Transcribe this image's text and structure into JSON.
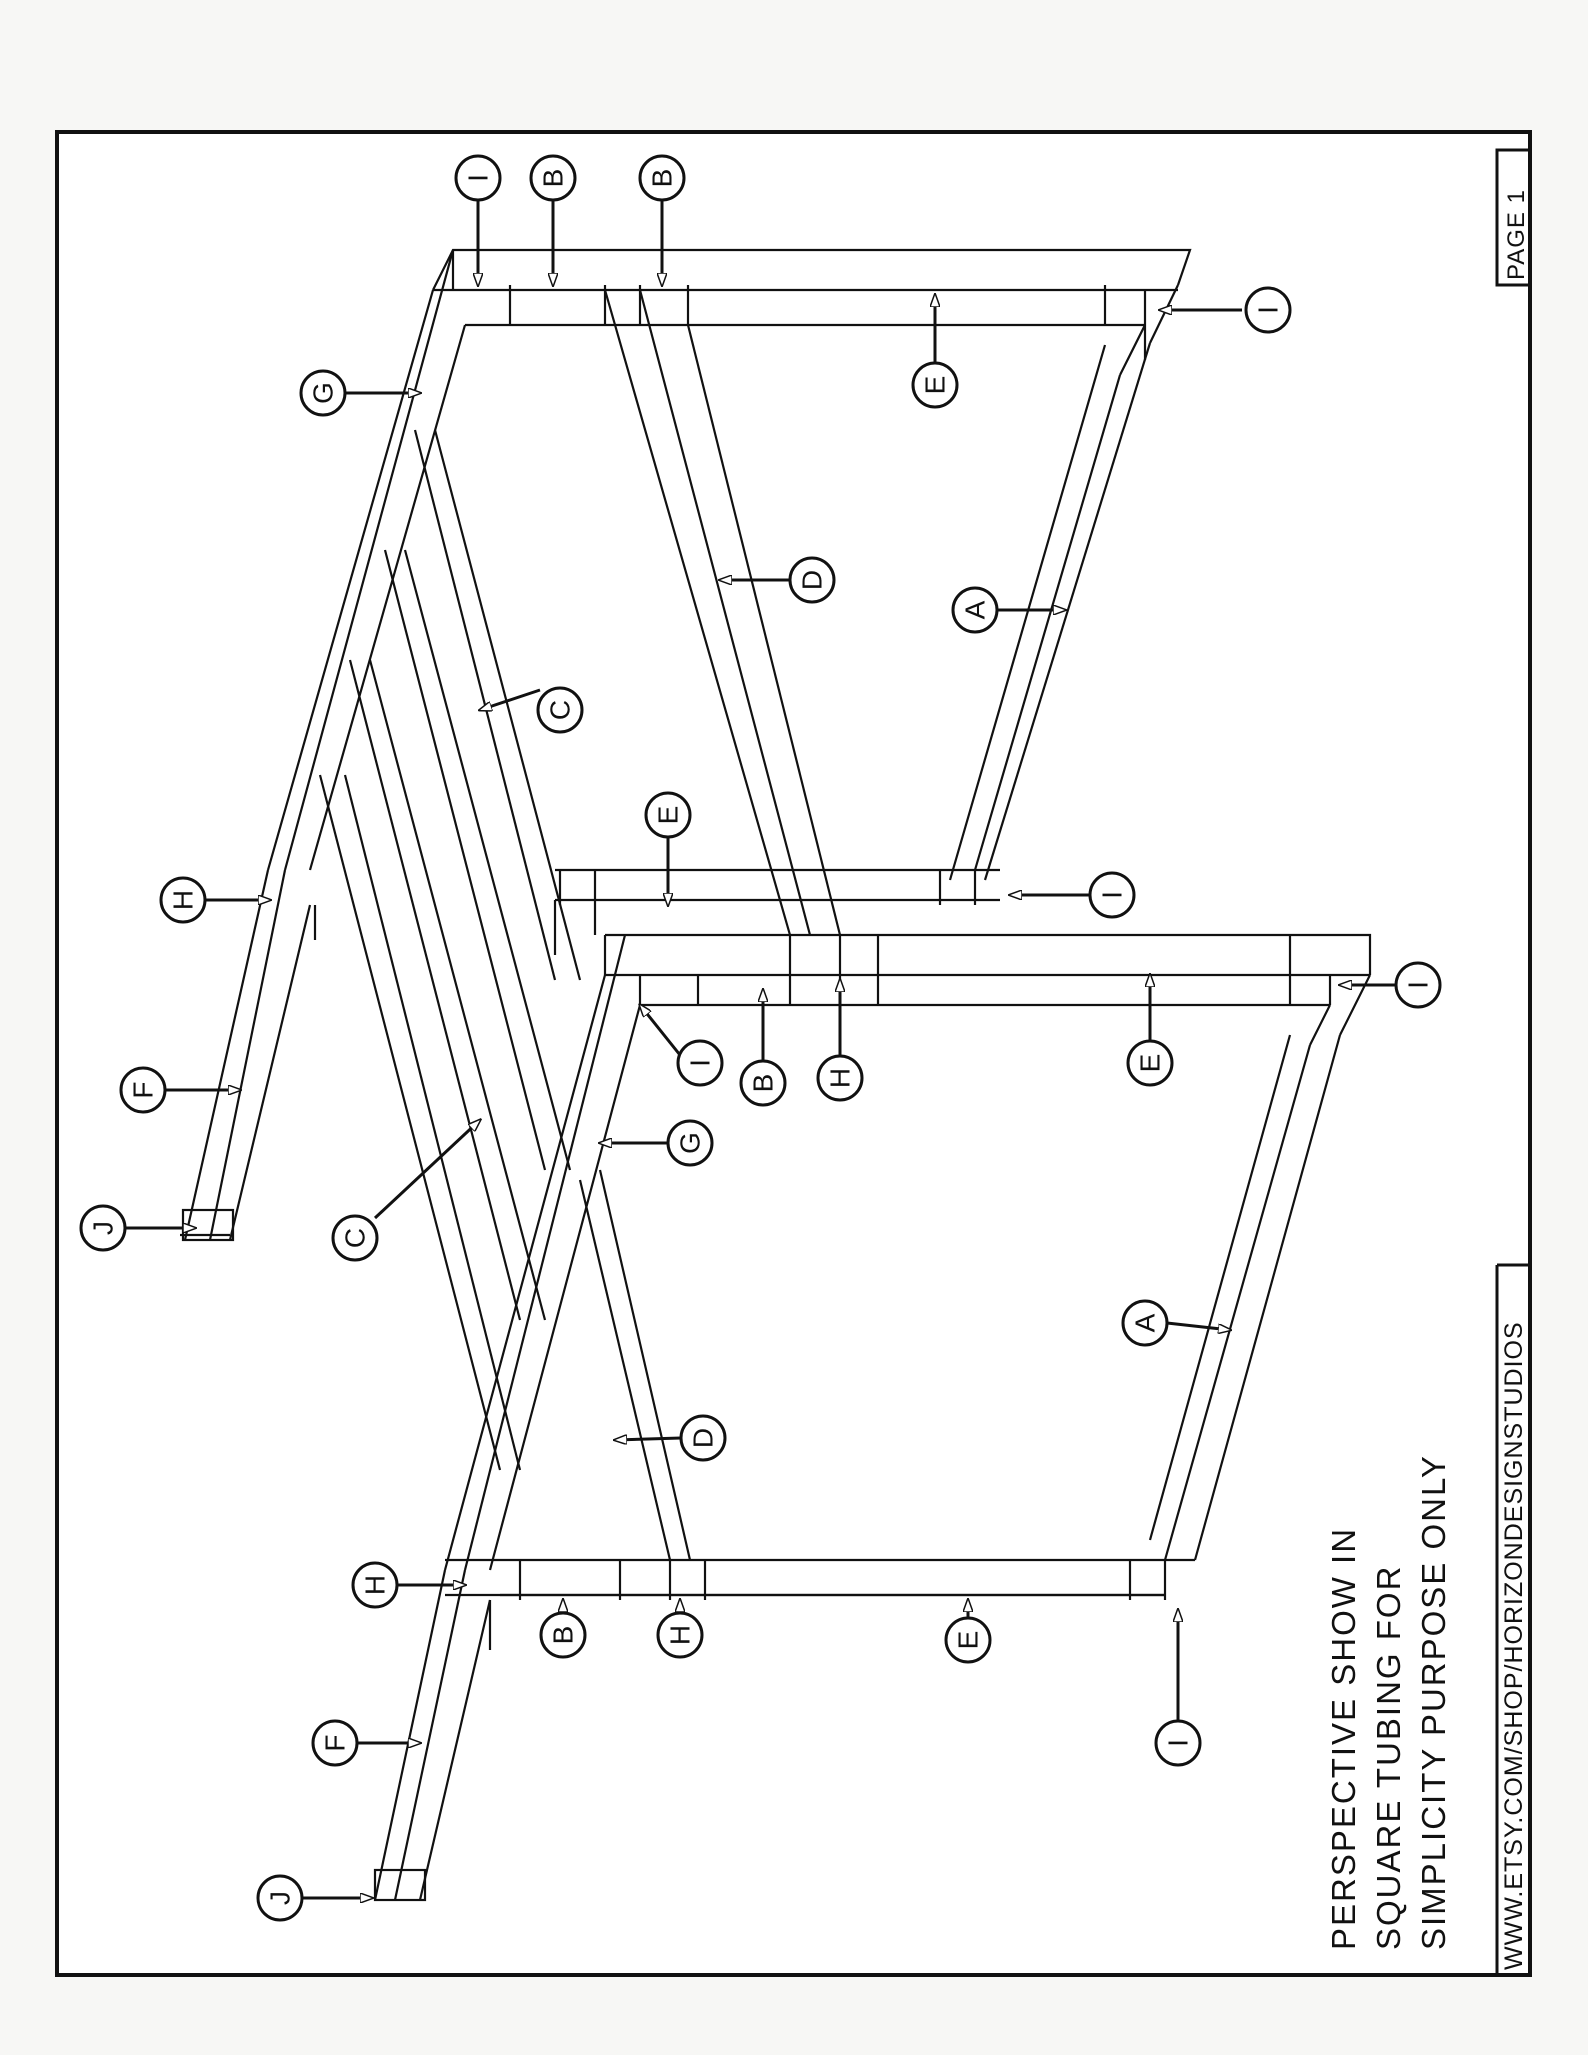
{
  "page_label": "PAGE 1",
  "footer_url": "WWW.ETSY.COM/SHOP/HORIZONDESIGNSTUDIOS",
  "note_lines": [
    "PERSPECTIVE SHOW IN",
    "SQUARE TUBING FOR",
    "SIMPLICITY PURPOSE ONLY"
  ],
  "callouts": [
    {
      "letter": "I"
    },
    {
      "letter": "B"
    },
    {
      "letter": "B"
    },
    {
      "letter": "G"
    },
    {
      "letter": "I"
    },
    {
      "letter": "E"
    },
    {
      "letter": "D"
    },
    {
      "letter": "A"
    },
    {
      "letter": "C"
    },
    {
      "letter": "E"
    },
    {
      "letter": "H"
    },
    {
      "letter": "I"
    },
    {
      "letter": "I"
    },
    {
      "letter": "B"
    },
    {
      "letter": "H"
    },
    {
      "letter": "I"
    },
    {
      "letter": "E"
    },
    {
      "letter": "F"
    },
    {
      "letter": "G"
    },
    {
      "letter": "J"
    },
    {
      "letter": "C"
    },
    {
      "letter": "A"
    },
    {
      "letter": "D"
    },
    {
      "letter": "H"
    },
    {
      "letter": "B"
    },
    {
      "letter": "H"
    },
    {
      "letter": "E"
    },
    {
      "letter": "I"
    },
    {
      "letter": "F"
    },
    {
      "letter": "J"
    }
  ]
}
